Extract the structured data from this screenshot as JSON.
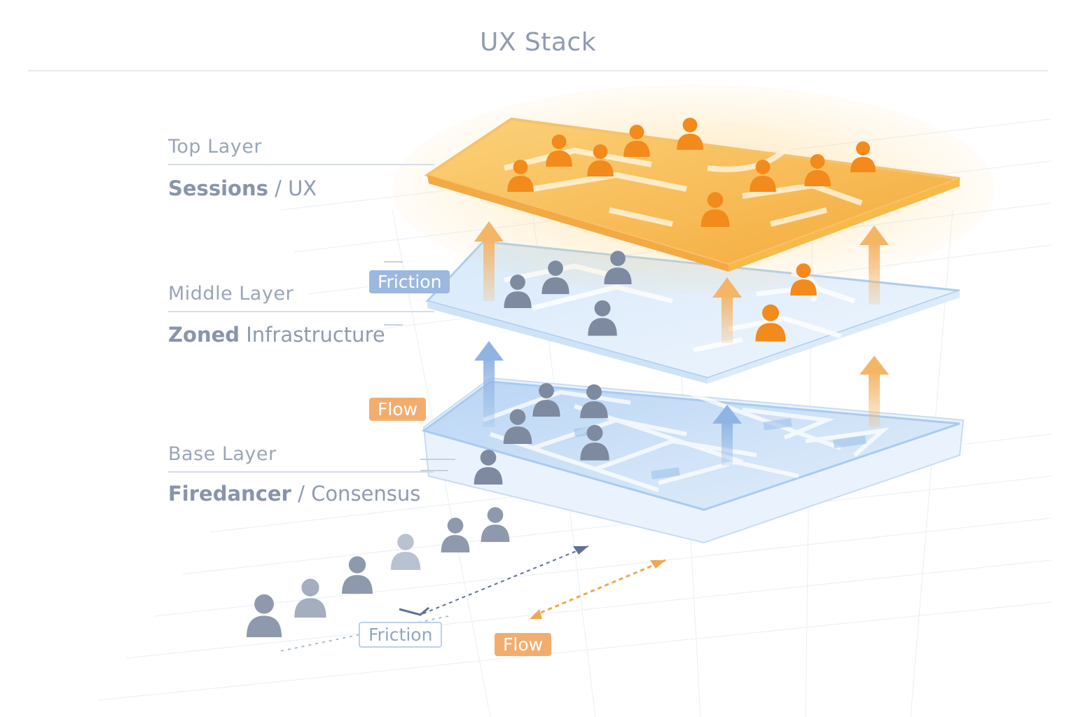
{
  "title": "UX Stack",
  "layers": [
    {
      "id": "top",
      "label": "Top Layer",
      "sub_bold": "Sessions",
      "sub_rest": " / UX"
    },
    {
      "id": "middle",
      "label": "Middle Layer",
      "sub_bold": "Zoned",
      "sub_rest": " Infrastructure"
    },
    {
      "id": "base",
      "label": "Base Layer",
      "sub_bold": "Firedancer",
      "sub_rest": " / Consensus"
    }
  ],
  "badges": {
    "friction_upper": "Friction",
    "flow_upper": "Flow",
    "friction_lower": "Friction",
    "flow_lower": "Flow"
  },
  "colors": {
    "top_layer": "#f7b94a",
    "middle_layer": "#cfe3f7",
    "base_layer": "#a9cbf1",
    "user_orange": "#f28a1c",
    "user_gray": "#7d8aa0",
    "arrow_orange": "#f5b567",
    "arrow_blue": "#8fb4e3"
  },
  "icons": [
    "user-icon",
    "up-arrow-icon",
    "flow-arrow-icon"
  ]
}
